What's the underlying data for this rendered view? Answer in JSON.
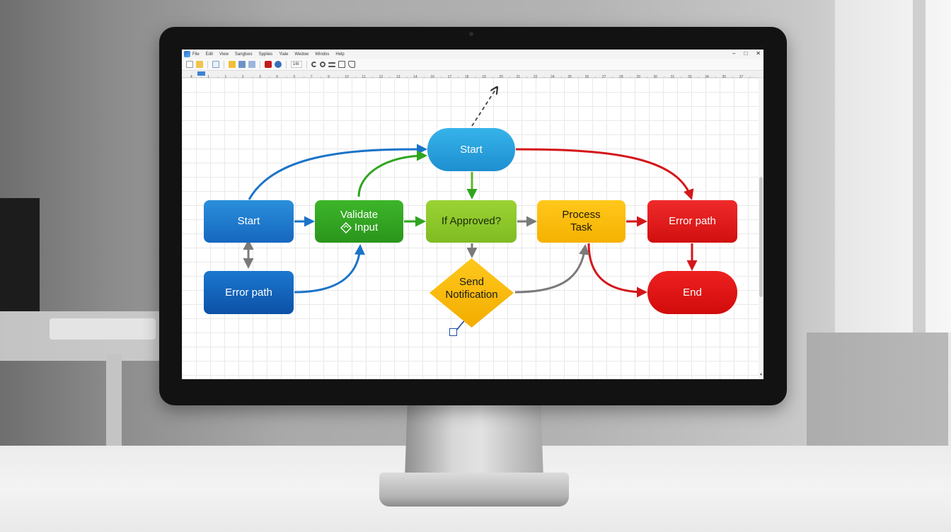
{
  "menu": {
    "items": [
      "File",
      "Edit",
      "View",
      "Sanglses",
      "Spplies",
      "Yiale",
      "Wedow",
      "Windos",
      "Help"
    ],
    "window_controls": {
      "minimize": "–",
      "maximize": "□",
      "close": "✕"
    }
  },
  "toolbar": {
    "zoom": "16t·"
  },
  "ruler": {
    "labels": [
      "4",
      "1",
      "1",
      "2",
      "3",
      "6",
      "5",
      "7",
      "9",
      "10",
      "11",
      "12",
      "13",
      "14",
      "16",
      "17",
      "18",
      "19",
      "20",
      "21",
      "22",
      "24",
      "25",
      "26",
      "27",
      "28",
      "29",
      "30",
      "31",
      "33",
      "34",
      "35",
      "37"
    ]
  },
  "nodes": {
    "start_top": "Start",
    "start_left": "Start",
    "error_left": "Error path",
    "validate_line1": "Validate",
    "validate_line2": "Input",
    "approved": "If Approved?",
    "process": "Process\nTask",
    "error_right": "Error path",
    "end": "End",
    "send": "Send\nNotification"
  },
  "colors": {
    "blue": "#1a73c8",
    "green": "#2fa51f",
    "lime": "#8cc62a",
    "yellow": "#f7b90a",
    "red": "#d4161a",
    "gray_arrow": "#7a7a7a"
  },
  "icons": [
    "file-new-icon",
    "file-open-icon",
    "folder-icon",
    "save-icon",
    "print-icon",
    "undo-icon",
    "zoom-icon",
    "align-icon",
    "pencil-icon"
  ]
}
